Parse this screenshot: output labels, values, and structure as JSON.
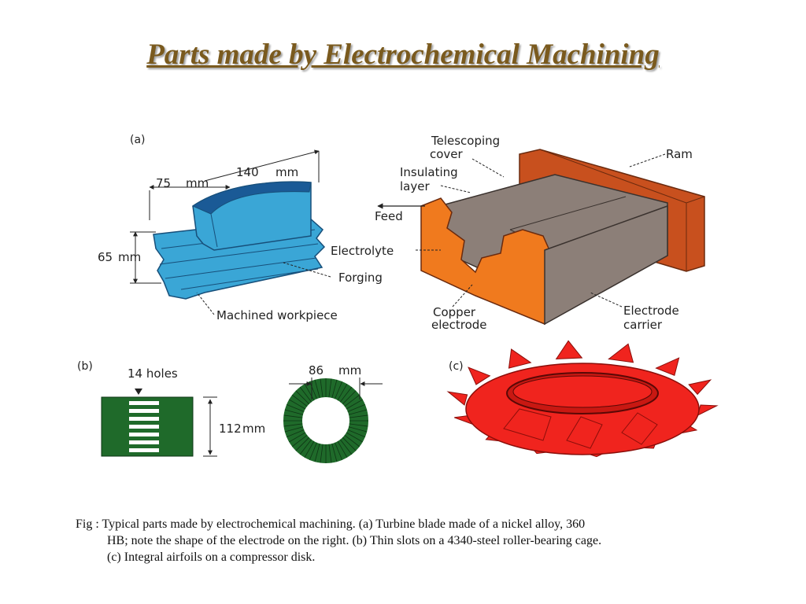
{
  "title": "Parts made by Electrochemical Machining",
  "labels": {
    "a": "(a)",
    "b": "(b)",
    "c": "(c)",
    "dim_75": "75",
    "dim_75_unit": "mm",
    "dim_140": "140",
    "dim_140_unit": "mm",
    "dim_65": "65",
    "dim_65_unit": "mm",
    "forging": "Forging",
    "machined_workpiece": "Machined workpiece",
    "telescoping": "Telescoping",
    "cover": "cover",
    "insulating": "Insulating",
    "layer": "layer",
    "feed": "Feed",
    "ram": "Ram",
    "electrolyte": "Electrolyte",
    "copper": "Copper",
    "electrode": "electrode",
    "electrode_cap": "Electrode",
    "carrier": "carrier",
    "holes": "14 holes",
    "dim_112": "112",
    "dim_112_unit": "mm",
    "dim_86": "86",
    "dim_86_unit": "mm"
  },
  "caption": {
    "line1": "Fig : Typical parts made by electrochemical machining. (a) Turbine blade made of a nickel alloy, 360",
    "line2": "HB; note the shape of the electrode on the right. (b) Thin slots on a 4340-steel roller-bearing cage.",
    "line3": "(c) Integral airfoils on a compressor disk."
  },
  "colors": {
    "title": "#7a5a1e",
    "blade": "#3aa6d6",
    "blade_dark": "#1a5a96",
    "copper": "#f07a1e",
    "electrode_gray": "#8c7f78",
    "ram": "#c8501e",
    "cage_green": "#1f6a2a",
    "disk_red": "#f0241e"
  }
}
